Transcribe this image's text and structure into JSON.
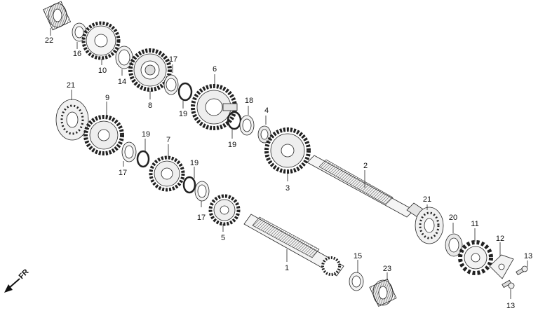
{
  "direction_label": "FR",
  "labels": {
    "p1": "1",
    "p2": "2",
    "p3": "3",
    "p5": "5",
    "p6": "6",
    "p7": "7",
    "p8": "8",
    "p9": "9",
    "p10": "10",
    "p11": "11",
    "p12": "12",
    "p13a": "13",
    "p13b": "13",
    "p14": "14",
    "p15": "15",
    "p16": "16",
    "p17a": "17",
    "p17b": "17",
    "p17c": "17",
    "p18": "18",
    "p19a": "19",
    "p19b": "19",
    "p19c": "19",
    "p19d": "19",
    "p20": "20",
    "p21a": "21",
    "p21b": "21",
    "p22": "22",
    "p23": "23",
    "p4": "4"
  }
}
